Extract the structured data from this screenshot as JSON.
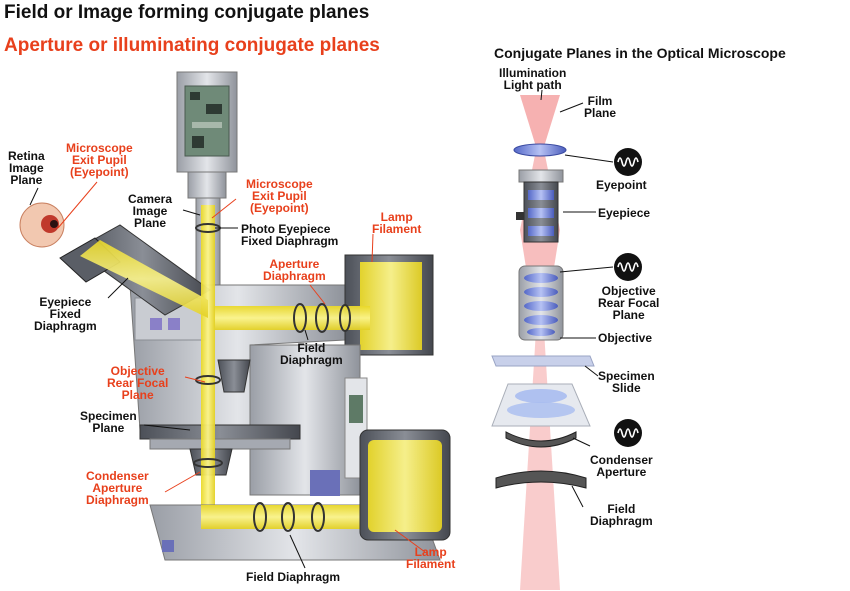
{
  "headings": {
    "field_planes": "Field or Image forming conjugate planes",
    "aperture_planes": "Aperture or illuminating conjugate planes",
    "right_title": "Conjugate Planes in the Optical Microscope"
  },
  "colors": {
    "field_label": "#111111",
    "aperture_label": "#e8401c",
    "light_path": "#f7ec3a",
    "illumination_path": "#f08a8a"
  },
  "left_labels": {
    "retina": [
      "Retina",
      "Image",
      "Plane"
    ],
    "exit_pupil_left": [
      "Microscope",
      "Exit Pupil",
      "(Eyepoint)"
    ],
    "camera_image_plane": [
      "Camera",
      "Image",
      "Plane"
    ],
    "exit_pupil_center": [
      "Microscope",
      "Exit Pupil",
      "(Eyepoint)"
    ],
    "lamp_filament_top": [
      "Lamp",
      "Filament"
    ],
    "photo_eyepiece": [
      "Photo Eyepiece",
      "Fixed Diaphragm"
    ],
    "aperture_diaphragm": [
      "Aperture",
      "Diaphragm"
    ],
    "eyepiece_fixed": [
      "Eyepiece",
      "Fixed",
      "Diaphragm"
    ],
    "field_diaphragm_mid": [
      "Field",
      "Diaphragm"
    ],
    "objective_rear": [
      "Objective",
      "Rear Focal",
      "Plane"
    ],
    "specimen_plane": [
      "Specimen",
      "Plane"
    ],
    "condenser_aperture": [
      "Condenser",
      "Aperture",
      "Diaphragm"
    ],
    "lamp_filament_bottom": [
      "Lamp",
      "Filament"
    ],
    "field_diaphragm_bottom": "Field Diaphragm"
  },
  "right_labels": {
    "illumination": [
      "Illumination",
      "Light path"
    ],
    "film_plane": [
      "Film",
      "Plane"
    ],
    "eyepoint": "Eyepoint",
    "eyepiece": "Eyepiece",
    "objective_rear": [
      "Objective",
      "Rear Focal",
      "Plane"
    ],
    "objective": "Objective",
    "specimen_slide": [
      "Specimen",
      "Slide"
    ],
    "condenser_aperture": [
      "Condenser",
      "Aperture"
    ],
    "field_diaphragm": [
      "Field",
      "Diaphragm"
    ]
  }
}
